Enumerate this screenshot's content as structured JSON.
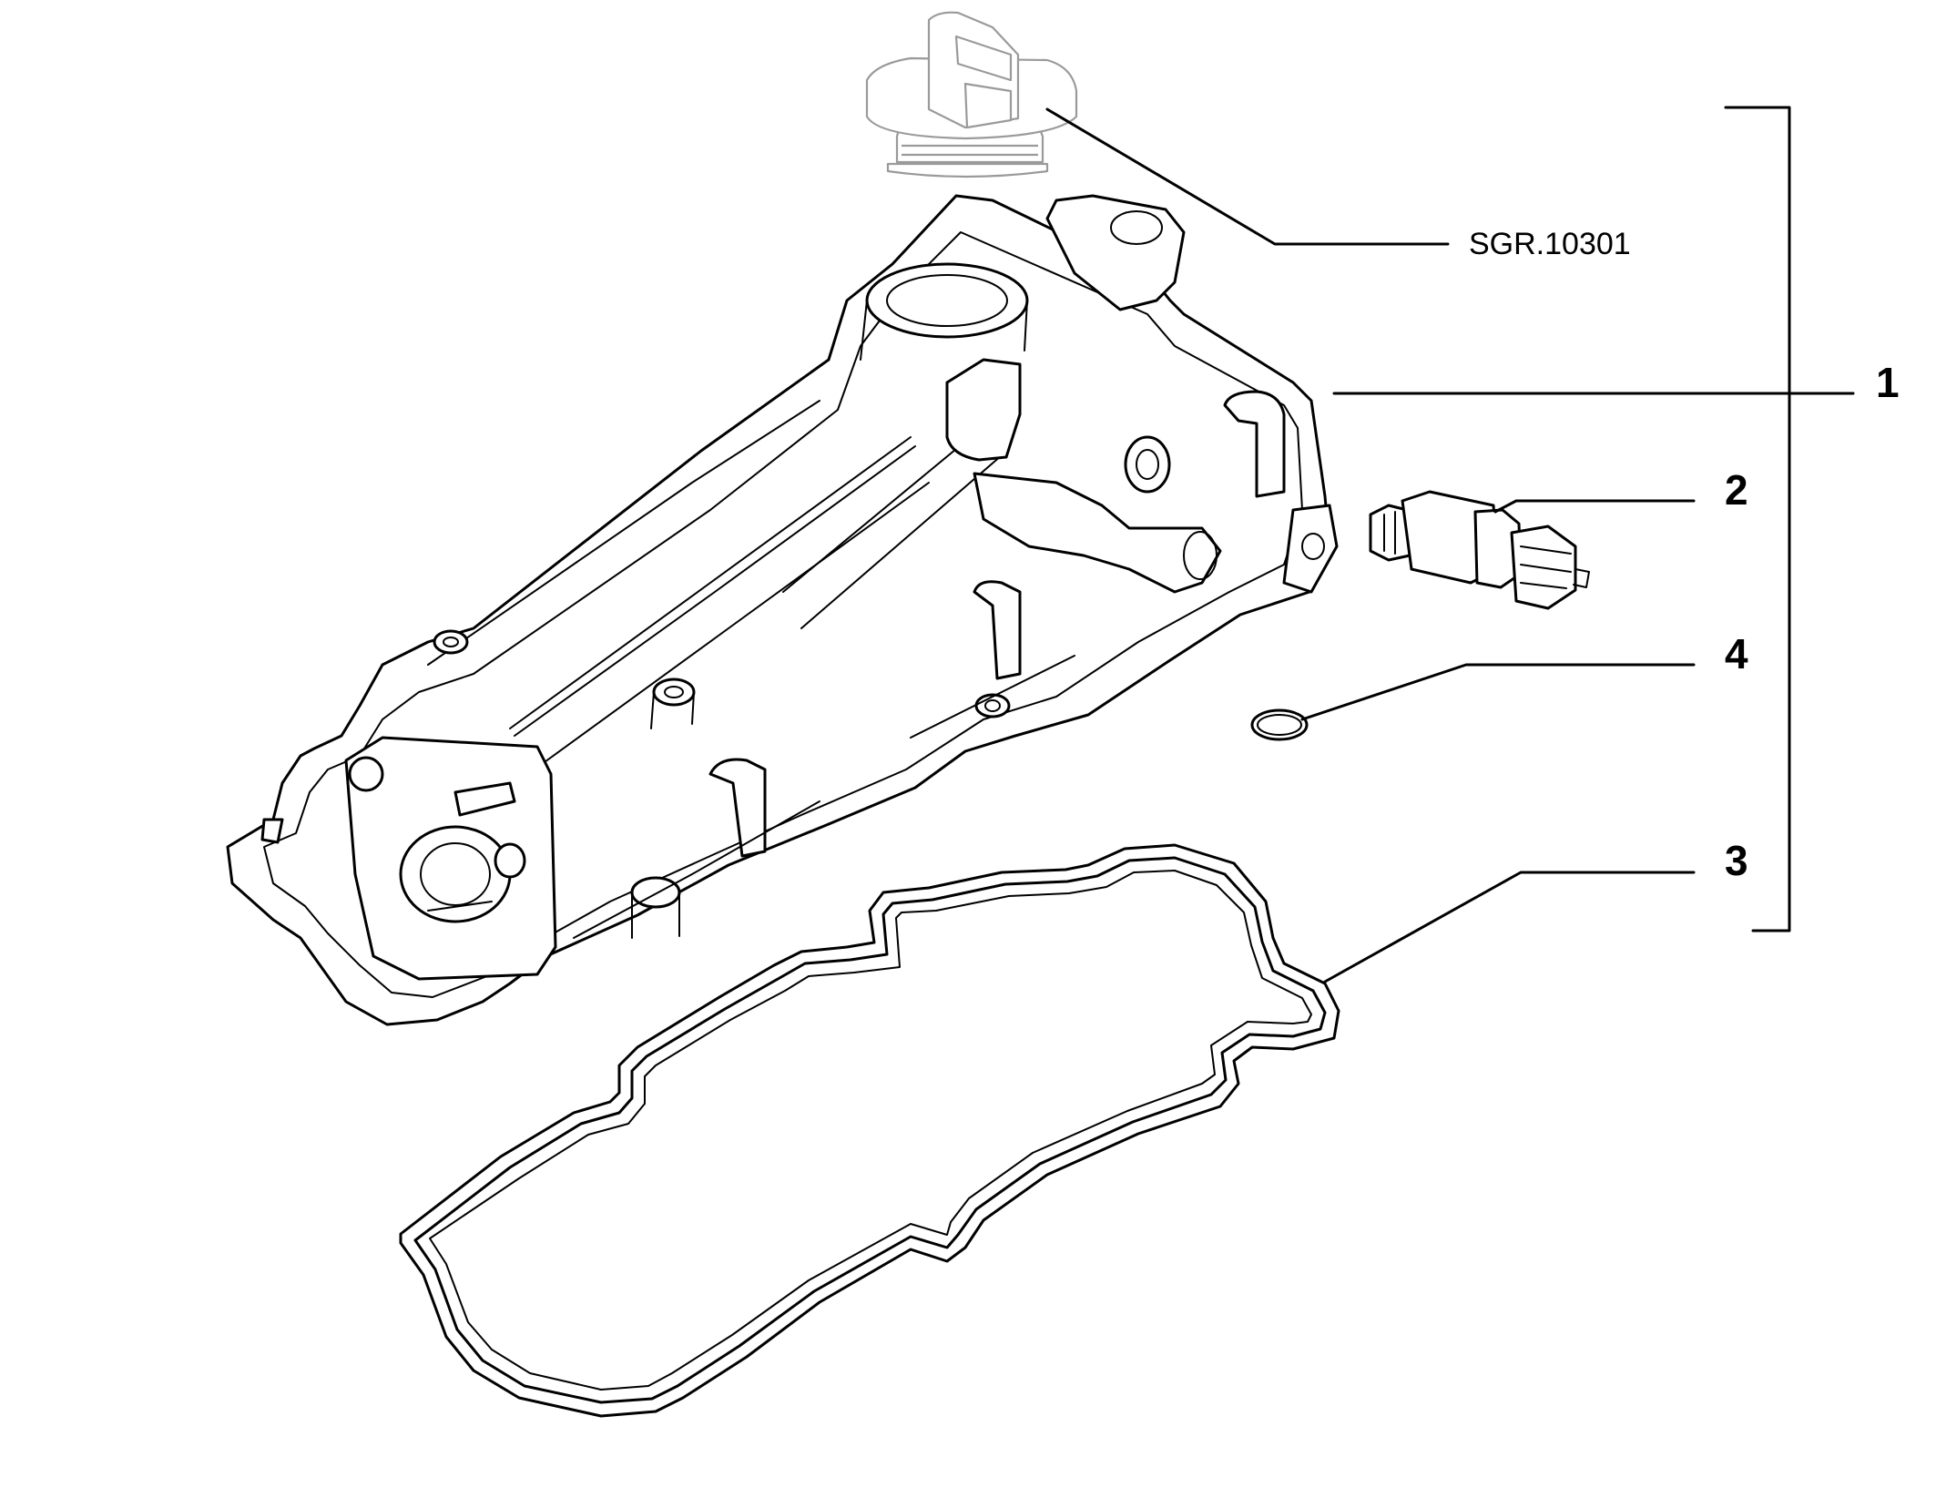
{
  "diagram": {
    "callouts": [
      {
        "id": "1",
        "text": "1"
      },
      {
        "id": "2",
        "text": "2"
      },
      {
        "id": "3",
        "text": "3"
      },
      {
        "id": "4",
        "text": "4"
      }
    ],
    "reference": {
      "text": "SGR.10301"
    },
    "colors": {
      "line": "#000000",
      "ghost_part": "#9a9a9a",
      "background": "#ffffff"
    },
    "parts": [
      {
        "callout": "1",
        "icon": "valve-cover-icon"
      },
      {
        "callout": "2",
        "icon": "pressure-sensor-icon"
      },
      {
        "callout": "3",
        "icon": "gasket-icon"
      },
      {
        "callout": "4",
        "icon": "o-ring-icon"
      },
      {
        "callout": "SGR.10301",
        "icon": "oil-filler-cap-icon"
      }
    ]
  }
}
